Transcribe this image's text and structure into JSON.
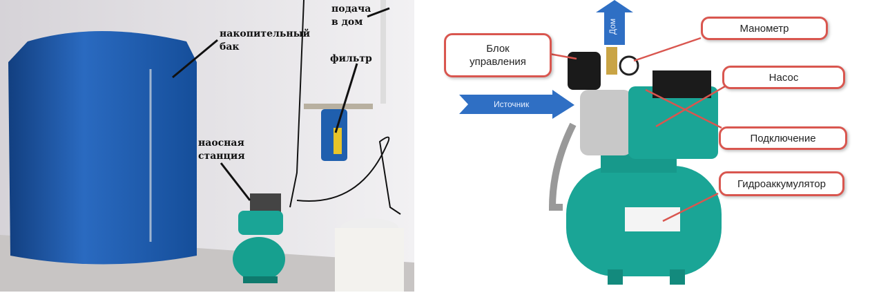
{
  "left_photo": {
    "labels": {
      "tank": [
        "накопительный",
        "бак"
      ],
      "supply": [
        "подача",
        "в дом"
      ],
      "filter": "фильтр",
      "station": [
        "наосная",
        "станция"
      ]
    }
  },
  "right_photo": {
    "arrows": {
      "house": "Дом",
      "source": "Источник"
    },
    "callouts": {
      "control_unit": [
        "Блок",
        "управления"
      ],
      "manometer": "Манометр",
      "pump": "Насос",
      "connection": "Подключение",
      "accumulator": "Гидроаккумулятор"
    },
    "colors": {
      "callout_border": "#d9564f",
      "arrow_blue": "#2f6fc4",
      "pump_green": "#1aa596"
    }
  }
}
